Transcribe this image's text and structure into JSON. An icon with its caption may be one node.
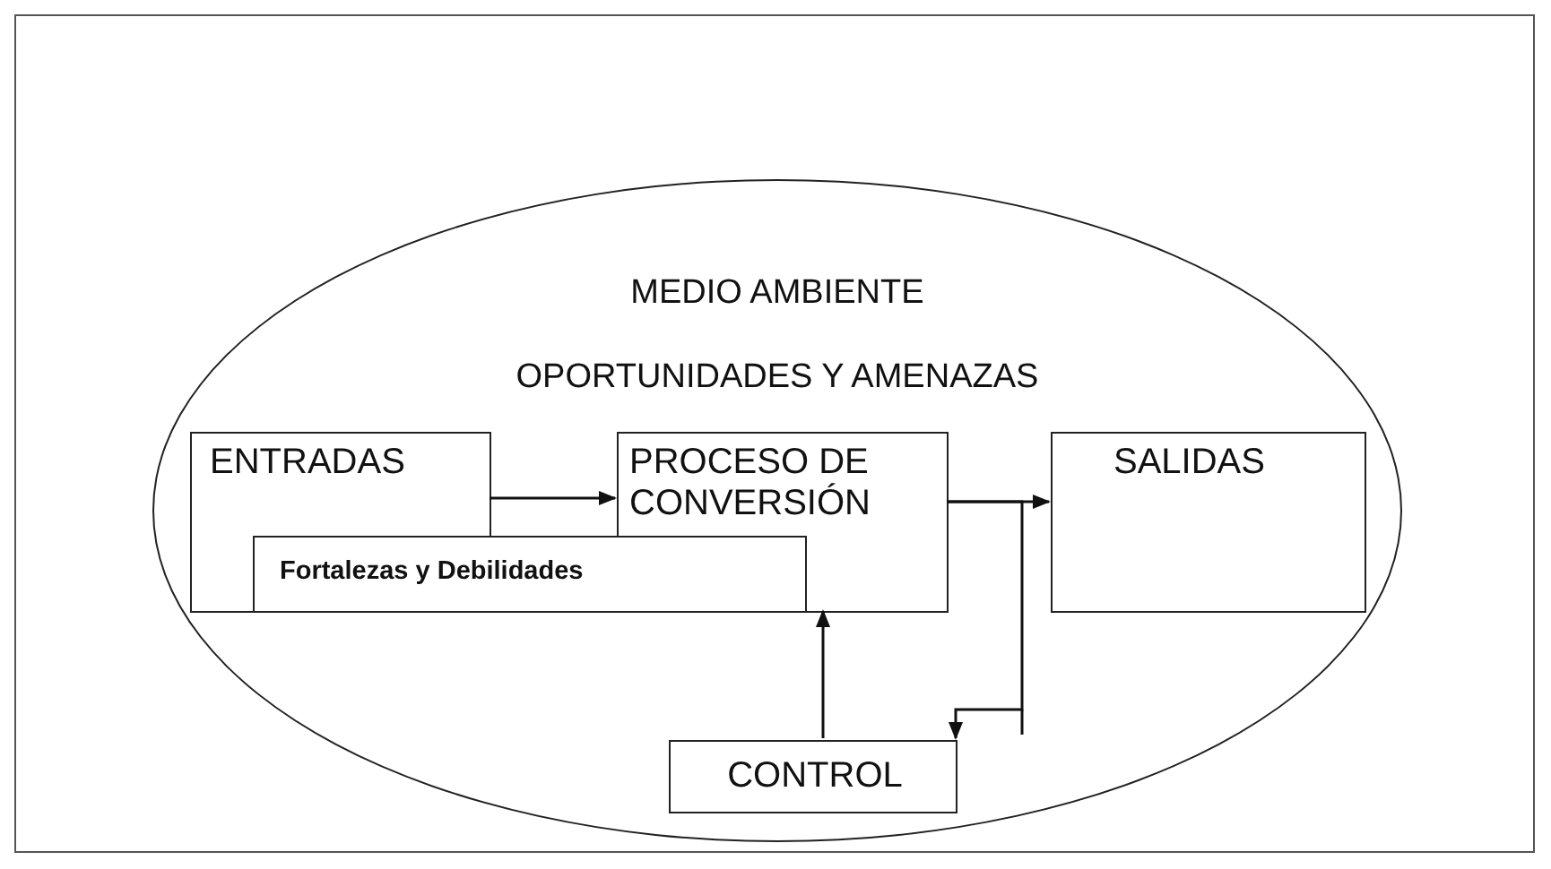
{
  "diagram": {
    "nodes": [
      {
        "text": [
          "MEDIO AMBIENTE",
          "OPORTUNIDADES Y AMENAZAS"
        ]
      },
      {
        "text": [
          "ENTRADAS"
        ],
        "in": 0
      },
      {
        "text": [
          "PROCESO DE CONVERSIÓN"
        ],
        "in": 0
      },
      {
        "text": [
          "SALIDAS"
        ],
        "in": 0
      },
      {
        "text": [
          "Fortalezas y Debilidades"
        ],
        "in": 0
      },
      {
        "text": [
          "CONTROL"
        ],
        "in": 0
      }
    ],
    "edges": [
      {
        "from": 1,
        "to": 2,
        "arrow": "to"
      },
      {
        "from": 2,
        "to": 3,
        "arrow": "to"
      },
      {
        "from": 2,
        "to": 5,
        "arrow": "to"
      },
      {
        "from": 5,
        "to": 2,
        "arrow": "to"
      }
    ]
  }
}
